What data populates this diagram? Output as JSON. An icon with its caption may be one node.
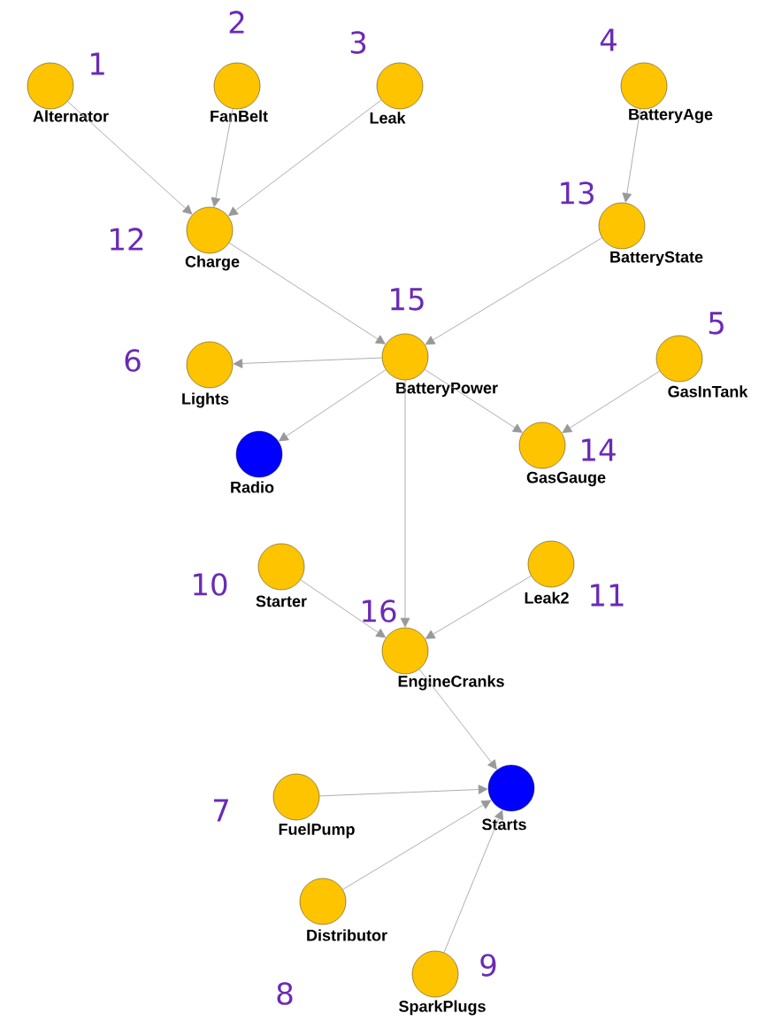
{
  "diagram": {
    "nodes": [
      {
        "text": [
          "Alternator"
        ],
        "beside": [
          "1"
        ]
      },
      {
        "text": [
          "FanBelt"
        ],
        "beside": [
          "2"
        ]
      },
      {
        "text": [
          "Leak"
        ],
        "beside": [
          "3"
        ]
      },
      {
        "text": [
          "BatteryAge"
        ],
        "beside": [
          "4"
        ]
      },
      {
        "text": [
          "Charge"
        ],
        "beside": [
          "12"
        ]
      },
      {
        "text": [
          "BatteryState"
        ],
        "beside": [
          "13"
        ]
      },
      {
        "text": [
          "BatteryPower"
        ],
        "beside": [
          "15"
        ]
      },
      {
        "text": [
          "Lights"
        ],
        "beside": [
          "6"
        ]
      },
      {
        "text": [
          "GasInTank"
        ],
        "beside": [
          "5"
        ]
      },
      {
        "text": [
          "Radio"
        ]
      },
      {
        "text": [
          "GasGauge"
        ],
        "beside": [
          "14"
        ]
      },
      {
        "text": [
          "Starter"
        ],
        "beside": [
          "10"
        ]
      },
      {
        "text": [
          "Leak2"
        ],
        "beside": [
          "11"
        ]
      },
      {
        "text": [
          "EngineCranks"
        ],
        "beside": [
          "16"
        ]
      },
      {
        "text": [
          "FuelPump"
        ],
        "beside": [
          "7"
        ]
      },
      {
        "text": [
          "Starts"
        ]
      },
      {
        "text": [
          "Distributor"
        ],
        "beside": [
          "8"
        ]
      },
      {
        "text": [
          "SparkPlugs"
        ],
        "beside": [
          "9"
        ]
      }
    ],
    "edges": [
      {
        "from": 0,
        "to": 4,
        "arrow": "to"
      },
      {
        "from": 1,
        "to": 4,
        "arrow": "to"
      },
      {
        "from": 2,
        "to": 4,
        "arrow": "to"
      },
      {
        "from": 3,
        "to": 5,
        "arrow": "to"
      },
      {
        "from": 4,
        "to": 6,
        "arrow": "to"
      },
      {
        "from": 5,
        "to": 6,
        "arrow": "to"
      },
      {
        "from": 6,
        "to": 7,
        "arrow": "to"
      },
      {
        "from": 6,
        "to": 9,
        "arrow": "to"
      },
      {
        "from": 6,
        "to": 10,
        "arrow": "to"
      },
      {
        "from": 8,
        "to": 10,
        "arrow": "to"
      },
      {
        "from": 6,
        "to": 13,
        "arrow": "to"
      },
      {
        "from": 11,
        "to": 13,
        "arrow": "to"
      },
      {
        "from": 12,
        "to": 13,
        "arrow": "to"
      },
      {
        "from": 13,
        "to": 15,
        "arrow": "to"
      },
      {
        "from": 14,
        "to": 15,
        "arrow": "to"
      },
      {
        "from": 16,
        "to": 15,
        "arrow": "to"
      },
      {
        "from": 17,
        "to": 15,
        "arrow": "to"
      }
    ]
  }
}
